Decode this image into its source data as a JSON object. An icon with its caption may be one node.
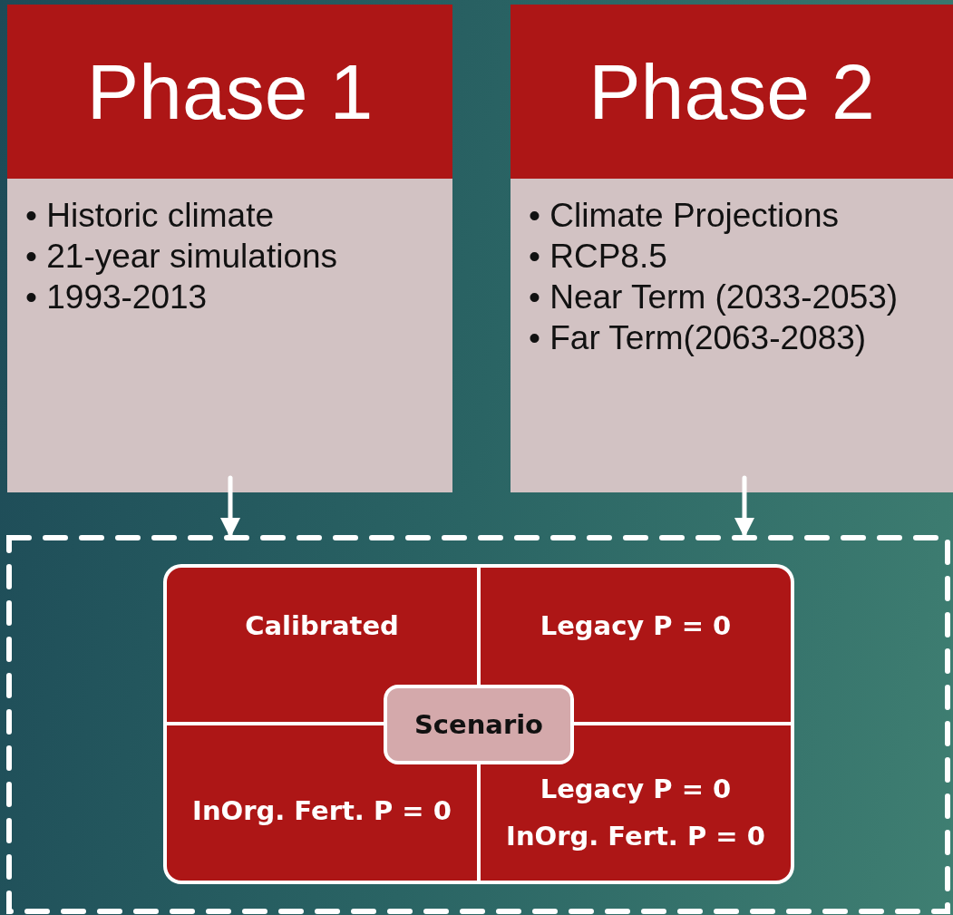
{
  "diagram": {
    "nodes": [
      {
        "text": [
          "Phase 1"
        ]
      },
      {
        "text": [
          "• Historic climate",
          "• 21-year simulations",
          "• 1993-2013"
        ]
      },
      {
        "text": [
          "Phase 2"
        ]
      },
      {
        "text": [
          "• Climate Projections",
          "• RCP8.5",
          "• Near Term (2033-2053)",
          "• Far Term(2063-2083)"
        ]
      },
      {
        "text": [],
        "shape": "box"
      },
      {
        "text": [
          "Calibrated"
        ],
        "in": 4
      },
      {
        "text": [
          "Legacy P = 0"
        ],
        "in": 4
      },
      {
        "text": [
          "InOrg. Fert. P = 0"
        ],
        "in": 4
      },
      {
        "text": [
          "Legacy P = 0",
          "InOrg. Fert. P = 0"
        ],
        "in": 4
      },
      {
        "text": [
          "Scenario"
        ],
        "in": 4
      }
    ],
    "edges": [
      {
        "from": 1,
        "to": 4,
        "arrow": "to"
      },
      {
        "from": 3,
        "to": 4,
        "arrow": "to"
      }
    ]
  }
}
